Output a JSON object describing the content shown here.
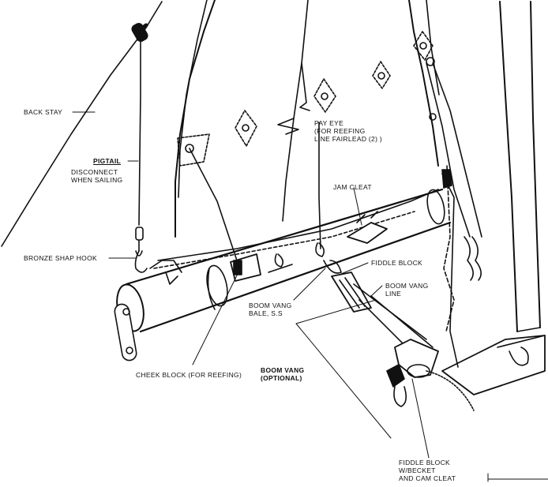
{
  "labels": {
    "back_stay": "BACK STAY",
    "pigtail": "PIGTAIL",
    "disconnect": "DISCONNECT\nWHEN SAILING",
    "bronze_snap_hook": "BRONZE SHAP HOOK",
    "pay_eye": "PAY EYE\n(FOR REEFING\nLINE FAIRLEAD (2) )",
    "jam_cleat": "JAM CLEAT",
    "fiddle_block": "FIDDLE BLOCK",
    "boom_vang_line": "BOOM VANG\nLINE",
    "boom_vang_bale": "BOOM VANG\nBALE, S.S",
    "cheek_block": "CHEEK BLOCK (FOR REEFING)",
    "boom_vang_optional": "BOOM VANG\n(OPTIONAL)",
    "fiddle_block_becket": "FIDDLE BLOCK\nW/BECKET\nAND CAM CLEAT"
  },
  "colors": {
    "ink": "#111111",
    "paper": "#ffffff"
  }
}
